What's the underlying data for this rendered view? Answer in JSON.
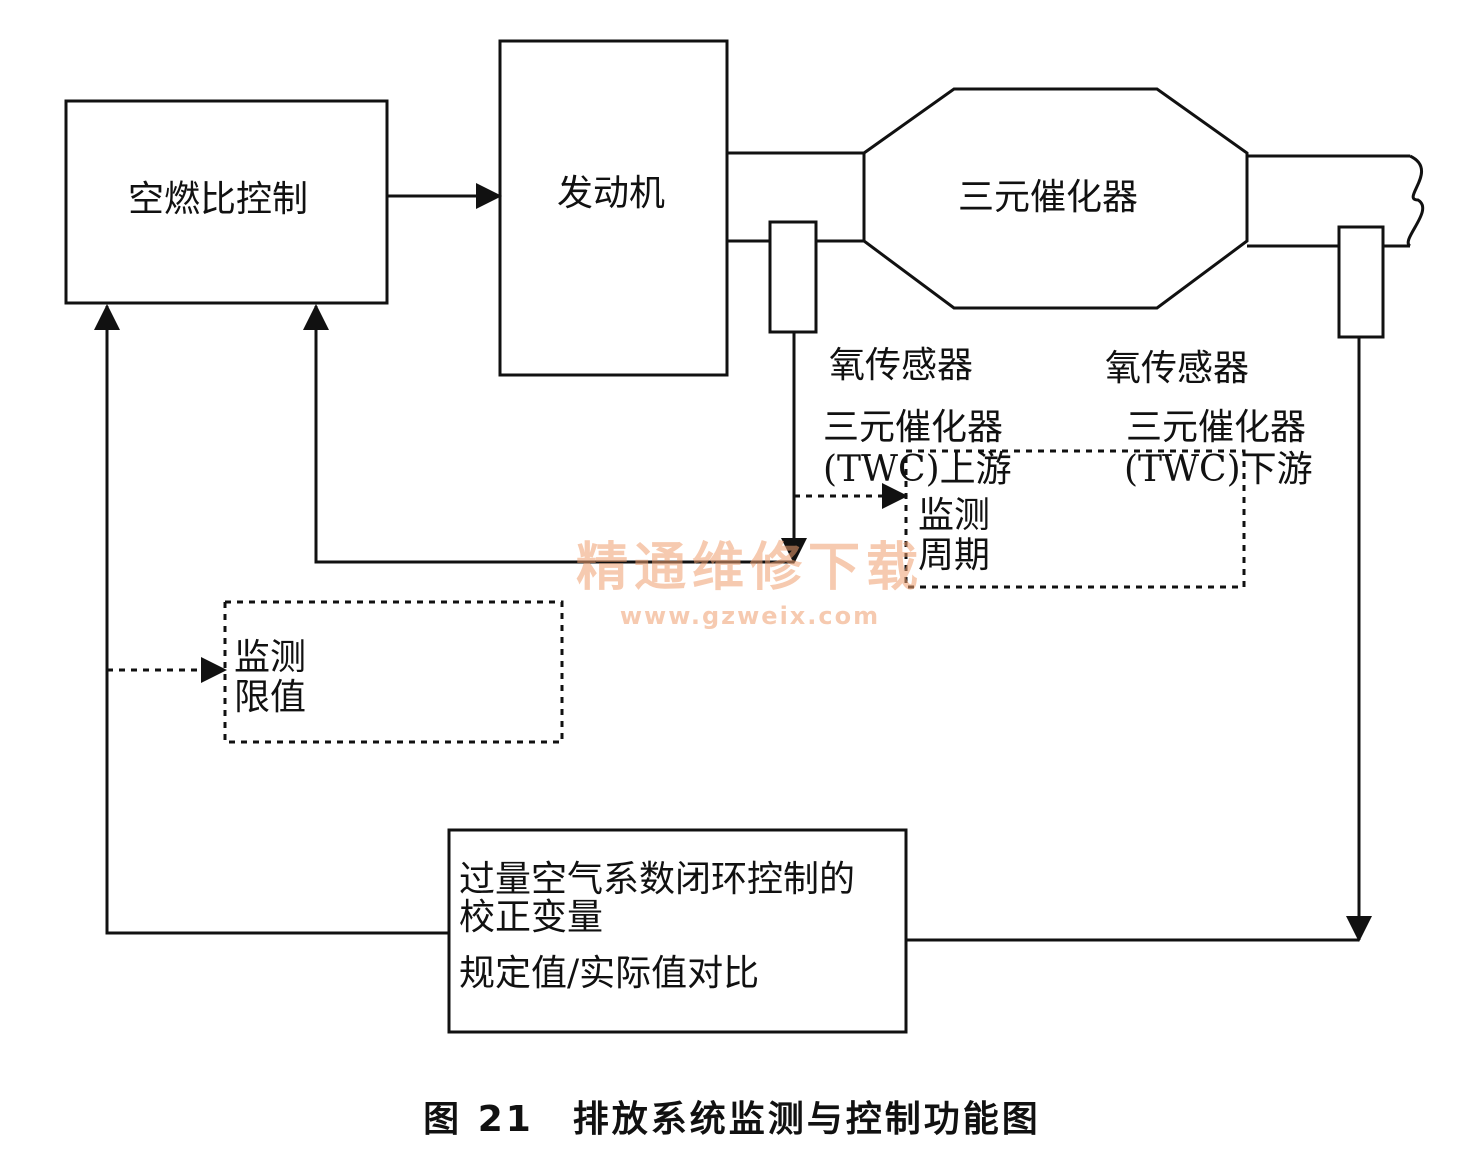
{
  "nodes": {
    "afr_control": "空燃比控制",
    "engine": "发动机",
    "catalyst": "三元催化器",
    "o2_sensor_up_title": "氧传感器",
    "o2_sensor_up_line1": "三元催化器",
    "o2_sensor_up_line2": "(TWC)上游",
    "o2_sensor_down_title": "氧传感器",
    "o2_sensor_down_line1": "三元催化器",
    "o2_sensor_down_line2": "(TWC)下游",
    "monitor_cycle_line1": "监测",
    "monitor_cycle_line2": "周期",
    "monitor_limit_line1": "监测",
    "monitor_limit_line2": "限值",
    "correction_line1": "过量空气系数闭环控制的",
    "correction_line2": "校正变量",
    "correction_line3": "规定值/实际值对比"
  },
  "caption": "图 21　排放系统监测与控制功能图",
  "watermark": {
    "text": "精通维修下载",
    "url": "www.gzweix.com",
    "color": "#f0a070"
  },
  "colors": {
    "line": "#111111"
  }
}
